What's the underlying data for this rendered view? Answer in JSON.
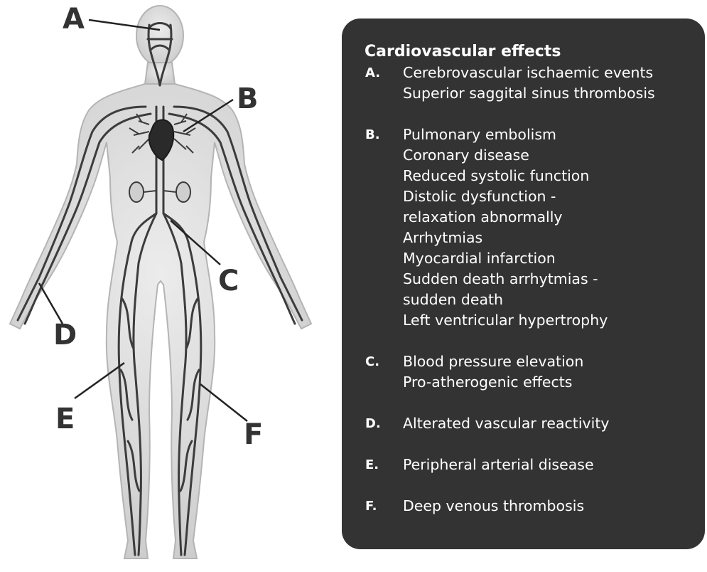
{
  "title": "Cardiovascular effects",
  "groups": [
    {
      "key": "A",
      "letter": "A.",
      "items": [
        "Cerebrovascular ischaemic events",
        "Superior saggital sinus thrombosis"
      ]
    },
    {
      "key": "B",
      "letter": "B.",
      "items": [
        "Pulmonary embolism",
        "Coronary disease",
        "Reduced systolic function",
        "Distolic dysfunction -",
        "relaxation abnormally",
        "Arrhytmias",
        "Myocardial infarction",
        "Sudden death arrhytmias -",
        "sudden death",
        "Left ventricular hypertrophy"
      ]
    },
    {
      "key": "C",
      "letter": "C.",
      "items": [
        "Blood pressure elevation",
        "Pro-atherogenic effects"
      ]
    },
    {
      "key": "D",
      "letter": "D.",
      "items": [
        "Alterated vascular reactivity"
      ]
    },
    {
      "key": "E",
      "letter": "E.",
      "items": [
        "Peripheral arterial disease"
      ]
    },
    {
      "key": "F",
      "letter": "F.",
      "items": [
        "Deep venous thrombosis"
      ]
    }
  ],
  "figure_labels": [
    "A",
    "B",
    "C",
    "D",
    "E",
    "F"
  ],
  "colors": {
    "panel": "#333333",
    "panel_text": "#ffffff",
    "label": "#333333",
    "body_fill": "#dcdcdc",
    "vessel": "#3c3c3c"
  }
}
